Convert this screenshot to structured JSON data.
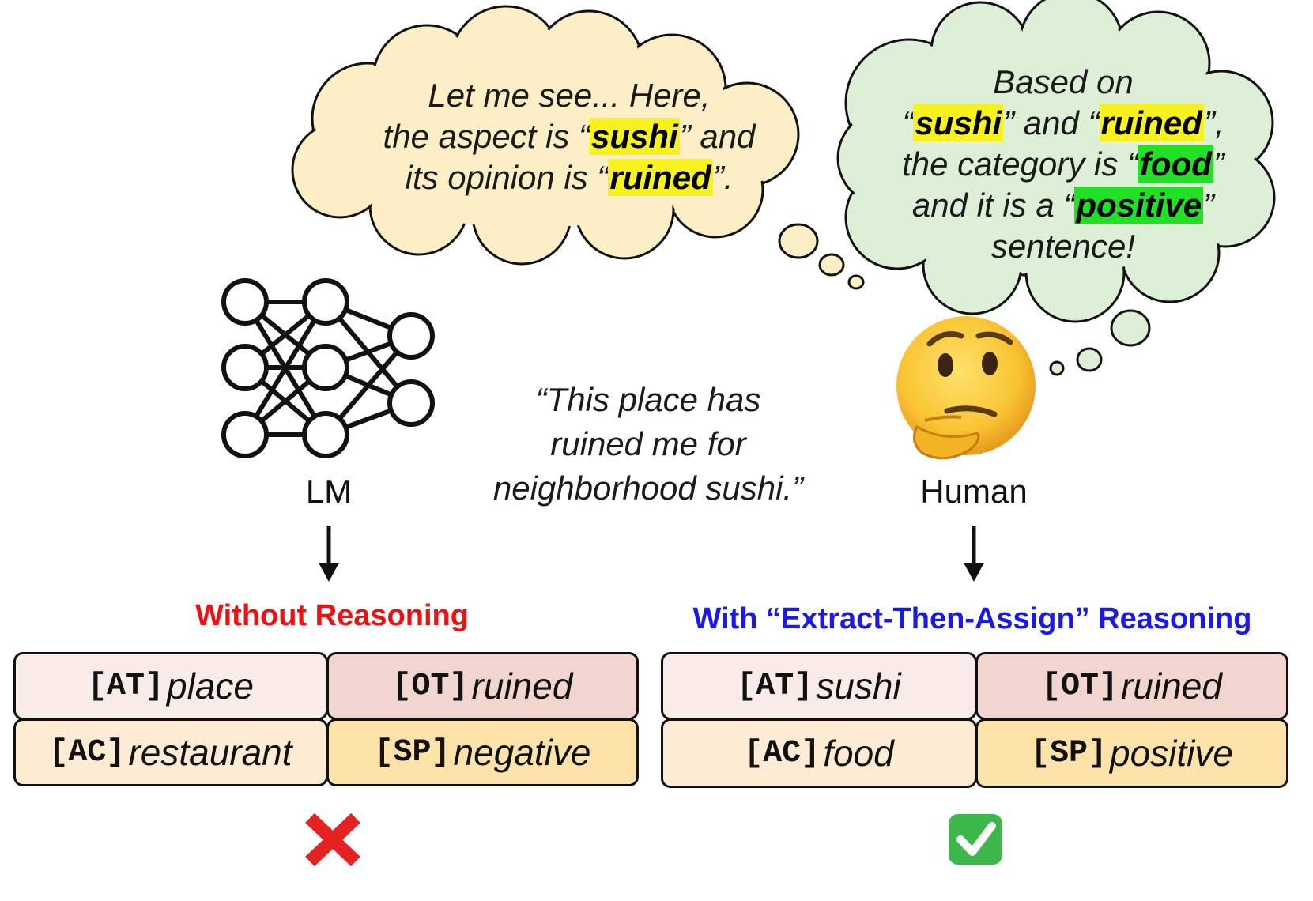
{
  "lm_thought": {
    "line1": "Let me see... Here,",
    "line2_pre": "the aspect is “",
    "line2_hl": "sushi",
    "line2_post": "” and",
    "line3_pre": "its opinion is “",
    "line3_hl": "ruined",
    "line3_post": "”."
  },
  "human_thought": {
    "line1": "Based on",
    "line2_a": "“",
    "line2_hl1": "sushi",
    "line2_b": "” and “",
    "line2_hl2": "ruined",
    "line2_c": "”,",
    "line3_pre": "the category is “",
    "line3_hl": "food",
    "line3_post": "”",
    "line4_pre": "and it is a “",
    "line4_hl": "positive",
    "line4_post": "”",
    "line5": "sentence!"
  },
  "sentence": {
    "line1": "“This place has",
    "line2": "ruined me for",
    "line3": "neighborhood sushi.”"
  },
  "lm_label": "LM",
  "human_label": "Human",
  "without": {
    "heading": "Without Reasoning",
    "heading_color": "#ee1111",
    "at_tag": "[AT]",
    "at_val": "place",
    "ot_tag": "[OT]",
    "ot_val": "ruined",
    "ac_tag": "[AC]",
    "ac_val": "restaurant",
    "sp_tag": "[SP]",
    "sp_val": "negative",
    "result_icon": "cross-mark-icon",
    "result_glyph": "✖"
  },
  "with": {
    "heading": "With “Extract-Then-Assign” Reasoning",
    "heading_color": "#1a1ae8",
    "at_tag": "[AT]",
    "at_val": "sushi",
    "ot_tag": "[OT]",
    "ot_val": "ruined",
    "ac_tag": "[AC]",
    "ac_val": "food",
    "sp_tag": "[SP]",
    "sp_val": "positive",
    "result_icon": "check-mark-button-icon",
    "result_glyph": "✔"
  }
}
